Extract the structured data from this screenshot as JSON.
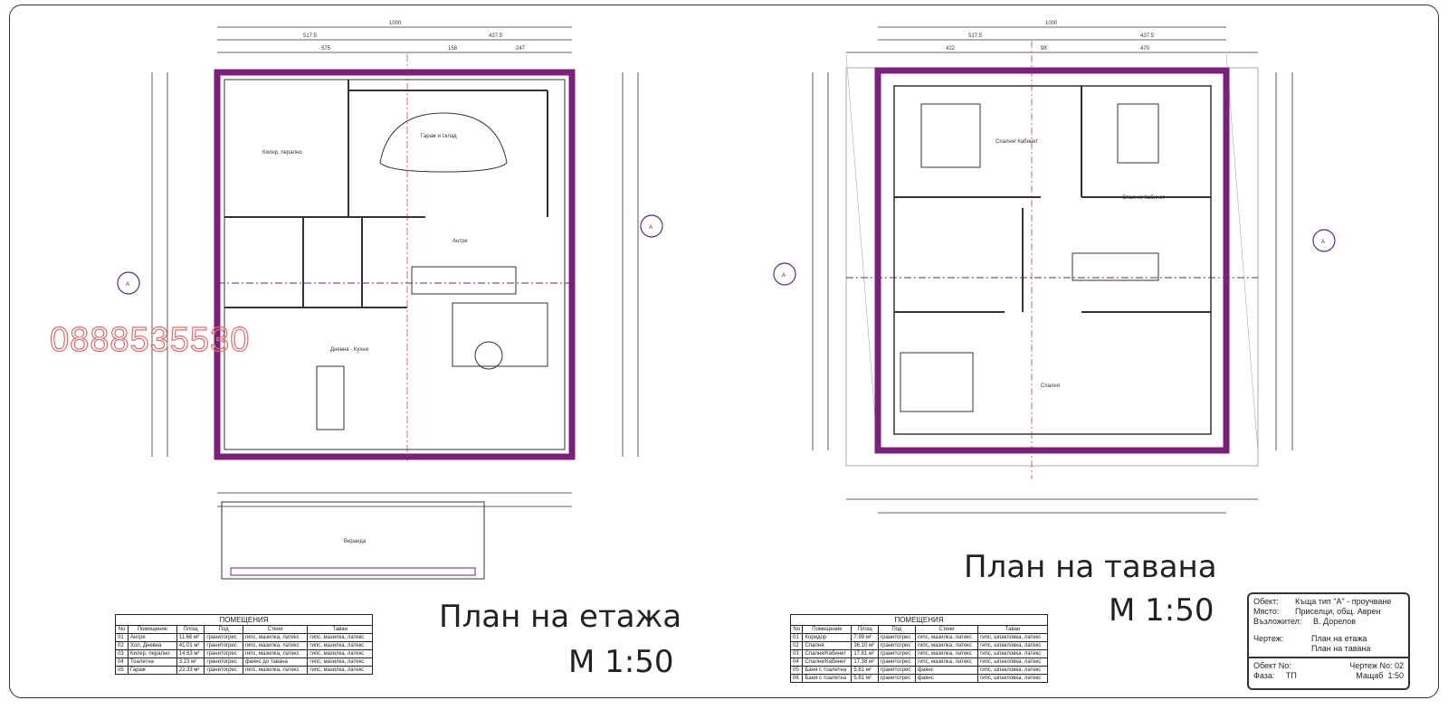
{
  "ground_floor": {
    "title": "План на етажа",
    "scale": "М 1:50",
    "rooms": {
      "storage": "Килер, перално",
      "garage": "Гараж и склад",
      "entry": "Антре",
      "living": "Дневна - Кухня",
      "veranda": "Веранда"
    },
    "dims": {
      "total": "1000",
      "left": "517.5",
      "right": "437.5",
      "d1": "575",
      "d2": "158",
      "d3": "247"
    },
    "axis_label": "A",
    "table": {
      "caption": "ПОМЕЩЕНИЯ",
      "headers": [
        "No",
        "Помещение",
        "Площ",
        "Под",
        "Стени",
        "Таван"
      ],
      "rows": [
        [
          "01",
          "Антре",
          "11.66 м²",
          "гранитогрес",
          "гипс, мазилка, латекс",
          "гипс, мазилка, латекс"
        ],
        [
          "02",
          "Хол, Дневна",
          "41.01 м²",
          "гранитогрес",
          "гипс, мазилка, латекс",
          "гипс, мазилка, латекс"
        ],
        [
          "03",
          "Килер, перално",
          "14.63 м²",
          "гранитогрес",
          "гипс, мазилка, латекс",
          "гипс, мазилка, латекс"
        ],
        [
          "04",
          "Тоалетна",
          "3.23 м²",
          "гранитогрес",
          "фаянс до тавана",
          "гипс, мазилка, латекс"
        ],
        [
          "05",
          "Гараж",
          "22.33 м²",
          "гранитогрес",
          "гипс, мазилка, латекс",
          "гипс, мазилка, латекс"
        ]
      ]
    }
  },
  "attic_floor": {
    "title": "План на тавана",
    "scale": "М 1:50",
    "rooms": {
      "bed1": "Спалня/ Кабинет",
      "bed2": "Спалня/ Кабинет",
      "bed3": "Спалня"
    },
    "dims": {
      "total": "1000",
      "left": "517.5",
      "right": "437.5",
      "d1": "422",
      "d2": "98",
      "d3": "470"
    },
    "axis_label": "A",
    "table": {
      "caption": "ПОМЕЩЕНИЯ",
      "headers": [
        "No",
        "Помещение",
        "Площ",
        "Под",
        "Стени",
        "Таван"
      ],
      "rows": [
        [
          "01",
          "Коридор",
          "7.99 м²",
          "гранитогрес",
          "гипс, мазилка, латекс",
          "гипс, шпакловка, латекс"
        ],
        [
          "02",
          "Спалня",
          "36.10 м²",
          "гранитогрес",
          "гипс, мазилка, латекс",
          "гипс, шпакловка, латекс"
        ],
        [
          "03",
          "Спалня/Кабинет",
          "17.81 м²",
          "гранитогрес",
          "гипс, мазилка, латекс",
          "гипс, шпакловка, латекс"
        ],
        [
          "04",
          "Спалня/Кабинет",
          "17.38 м²",
          "гранитогрес",
          "гипс, мазилка, латекс",
          "гипс, шпакловка, латекс"
        ],
        [
          "05",
          "Баня с тоалетна",
          "5.81 м²",
          "гранитогрес",
          "фаянс",
          "гипс, шпакловка, латекс"
        ],
        [
          "06",
          "Баня с тоалетна",
          "5.81 м²",
          "гранитогрес",
          "фаянс",
          "гипс, шпакловка, латекс"
        ]
      ]
    }
  },
  "title_block": {
    "object_label": "Обект:",
    "object": "Къща тип \"А\" - проучване",
    "place_label": "Място:",
    "place": "Приселци, общ. Аврен",
    "client_label": "Възложител:",
    "client": "В. Дорелов",
    "drawing_label": "Чертеж:",
    "drawing_1": "План на етажа",
    "drawing_2": "План на тавана",
    "object_no_label": "Обект No:",
    "drawing_no_label": "Чертеж No:",
    "drawing_no": "02",
    "phase_label": "Фаза:",
    "phase": "ТП",
    "scale_label": "Мащаб",
    "scale": "1:50"
  },
  "watermark": "0888535530",
  "colors": {
    "wall": "#7a1f7a",
    "axis": "#5a2a8a",
    "line": "#333333",
    "watermark": "#e06b6b"
  }
}
